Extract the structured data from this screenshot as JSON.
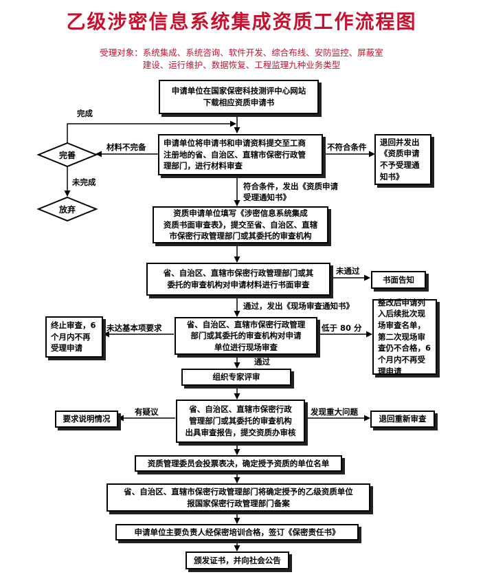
{
  "title": "乙级涉密信息系统集成资质工作流程图",
  "scope": {
    "line1": "受理对象：系统集成、系统咨询、软件开发、综合布线、安防监控、屏蔽室",
    "line2": "建设、运行维护、数据恢复、工程监理九种业务类型"
  },
  "nodes": {
    "download": [
      "申请单位在国家保密科技测评中心网站",
      "下载相应资质申请书"
    ],
    "submit": [
      "申请单位将申请书和申请资料提交至工商",
      "注册地的省、自治区、直辖市保密行政管",
      "理部门，进行材料审查"
    ],
    "reject_notice": [
      "退回并发出",
      "《资质申请",
      "不予受理通",
      "知书》"
    ],
    "perfect": "完善",
    "abandon": "放弃",
    "fill_form": [
      "资质申请单位填写《涉密信息系统集成",
      "资质书面审查表》，提交至省、自治区、直辖",
      "市保密行政管理部门或其委托的审查机构"
    ],
    "written_review": [
      "省、自治区、直辖市保密行政管理部门或其",
      "委托的审查机构对申请材料进行书面审查"
    ],
    "written_notice": "书面告知",
    "onsite_review": [
      "省、自治区、直辖市保密行政管理",
      "部门或其委托的审查机构对申请",
      "单位进行现场审查"
    ],
    "terminate": [
      "终止审查，6",
      "个月内不再",
      "受理申请"
    ],
    "rectify": [
      "整改后申请列",
      "入后续批次现",
      "场审查名单，",
      "第二次现场审",
      "查仍不合格，6",
      "个月内不再受",
      "理申请"
    ],
    "expert": "组织专家评审",
    "report": [
      "省、自治区、直辖市保密行政",
      "管理部门或其委托的审查机构",
      "出具审查报告，提交资质办审核"
    ],
    "explain": "要求说明情况",
    "return_review": "退回重新审查",
    "vote": "资质管理委员会投票表决，确定授予资质的单位名单",
    "file": [
      "省、自治区、直辖市保密行政管理部门将确定授予的乙级资质单位",
      "报国家保密行政管理部门备案"
    ],
    "training": "申请单位主要负责人经保密培训合格，签订《保密责任书》",
    "certificate": "颁发证书，并向社会公告"
  },
  "edge_labels": {
    "done": "完成",
    "incomplete_materials": "材料不完备",
    "not_done": "未完成",
    "not_qualified": "不符合条件",
    "qualified": [
      "符合条件，发出《资质申请",
      "受理通知书》"
    ],
    "not_passed": "未通过",
    "passed_notice": "通过，发出《现场审查通知书》",
    "below_basic": "未达基本项要求",
    "below_80": "低于 80 分",
    "passed": "通过",
    "doubt": "有疑议",
    "major_issue": "发现重大问题"
  }
}
